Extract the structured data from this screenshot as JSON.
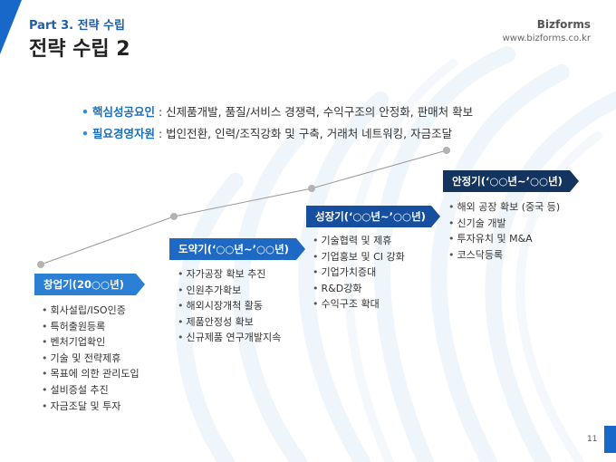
{
  "header": {
    "part": "Part 3. 전략 수립",
    "title": "전략 수립 2",
    "brand_name": "Bizforms",
    "brand_url": "www.bizforms.co.kr"
  },
  "key_points": [
    {
      "key": "핵심성공요인",
      "value": " : 신제품개발, 품질/서비스 경쟁력, 수익구조의 안정화, 판매처 확보"
    },
    {
      "key": "필요경영자원",
      "value": " : 법인전환, 인력/조직강화 및 구축, 거래처 네트워킹, 자금조달"
    }
  ],
  "stages": [
    {
      "label": "창업기(20○○년)",
      "color": "#2b7fd4",
      "items": [
        "회사설립/ISO인증",
        "특허출원등록",
        "벤처기업확인",
        "기술 및 전략제휴",
        "목표에 의한 관리도입",
        "설비증설 추진",
        "자금조달 및 투자"
      ]
    },
    {
      "label": "도약기(‘○○년~’○○년)",
      "color": "#1d69c4",
      "items": [
        "자가공장 확보 추진",
        "인원추가확보",
        "해외시장개척 활동",
        "제품안정성 확보",
        "신규제품 연구개발지속"
      ]
    },
    {
      "label": "성장기(‘○○년~’○○년)",
      "color": "#164f9f",
      "items": [
        "기술협력 및 제휴",
        "기업홍보 및 CI 강화",
        "기업가치증대",
        "R&D강화",
        "수익구조 확대"
      ]
    },
    {
      "label": "안정기(‘○○년~’○○년)",
      "color": "#12345f",
      "items": [
        "해외 공장 확보 (중국 등)",
        "신기술 개발",
        "투자유치 및 M&A",
        "코스닥등록"
      ]
    }
  ],
  "page_number": "11",
  "colors": {
    "accent": "#1768c9",
    "key_text": "#1a6fc0",
    "timeline_line": "#9a9a9a",
    "timeline_dot": "#b3b3b3"
  }
}
